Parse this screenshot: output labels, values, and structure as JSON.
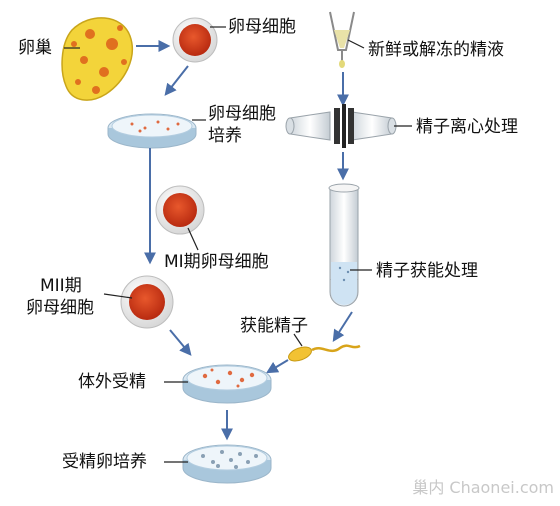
{
  "labels": {
    "ovary": "卵巢",
    "oocyte": "卵母细胞",
    "oocyte_culture": [
      "卵母细胞",
      "培养"
    ],
    "mi_oocyte": "MI期卵母细胞",
    "mii_oocyte": [
      "MII期",
      "卵母细胞"
    ],
    "semen": "新鲜或解冻的精液",
    "centrifuge": "精子离心处理",
    "capacitation": "精子获能处理",
    "capacitated_sperm": "获能精子",
    "ivf": "体外受精",
    "embryo_culture": "受精卵培养"
  },
  "watermark": "巢内 Chaonei.com",
  "colors": {
    "arrow": "#4a6ea8",
    "pointer": "#222222",
    "oocyte_fill": "#d4381a",
    "zona": "#f1f1f1",
    "dish": "#cfe4f3",
    "ovary": "#f3d43a"
  }
}
